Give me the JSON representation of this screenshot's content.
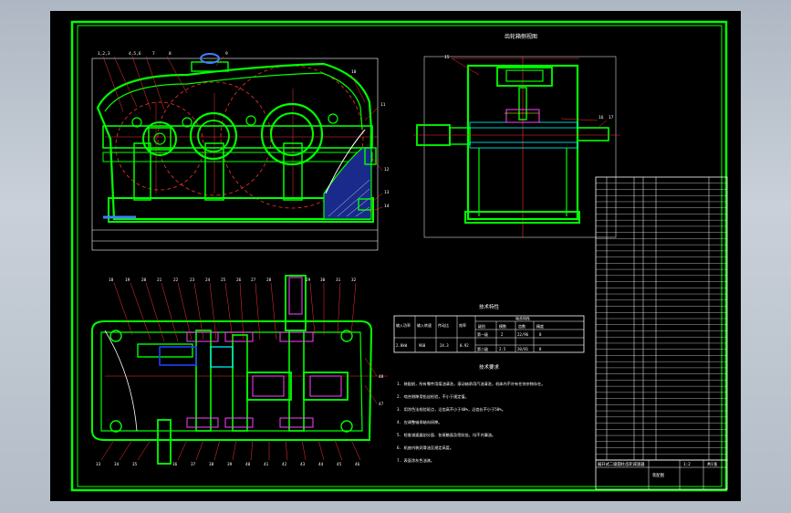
{
  "drawing": {
    "side_view_title": "齿轮箱侧视图",
    "tech_table_title": "技术特性",
    "tech_req_title": "技术要求",
    "tech_table": {
      "headers": [
        "输入功率",
        "输入转速",
        "传动比",
        "效率",
        "啮合特性"
      ],
      "sub_headers": [
        "级别",
        "模数",
        "齿数",
        "精度"
      ],
      "rows": [
        [
          "2.8kW",
          "960",
          "24.3",
          "0.92"
        ],
        [
          "第一级",
          "2",
          "22/96",
          "8"
        ],
        [
          "第二级",
          "2.5",
          "20/81",
          "8"
        ]
      ]
    },
    "tech_req_items": [
      "1. 装配前，所有零件用煤油清洗，滚动轴承用汽油清洗，机体内不许有任何杂物存在。",
      "2. 啮合侧隙用铅丝检验，不小于规定值。",
      "3. 用涂色法检验斑点，沿齿高不小于40%，沿齿长不小于50%。",
      "4. 应调整轴承轴向间隙。",
      "5. 检查减速器剖分面、各接触面及密封处，均不许漏油。",
      "6. 机座内装润滑油至规定高度。",
      "7. 表面涂灰色油漆。"
    ],
    "title_block": {
      "title": "展开式二级圆柱齿轮减速器",
      "drawing_no": "装配图",
      "scale": "1:2",
      "sheet": "共1张"
    },
    "parts_list_rows": 46
  }
}
